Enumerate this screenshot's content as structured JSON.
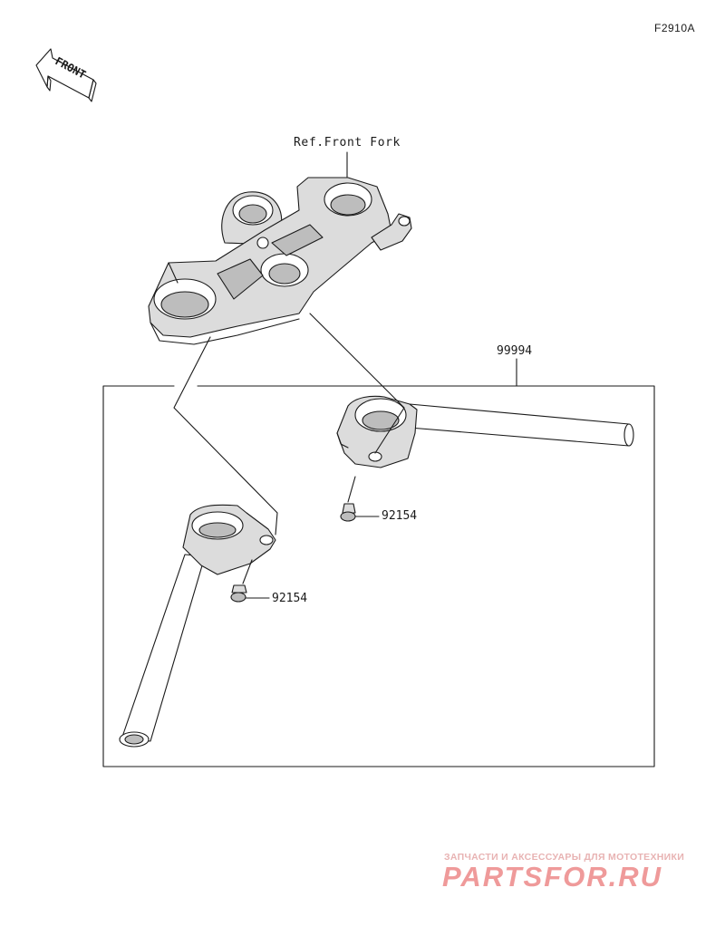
{
  "diagram": {
    "figure_code": "F2910A",
    "front_badge": "FRONT",
    "ref_label": "Ref.Front Fork",
    "kit_part_number": "99994",
    "bolt_right_part_number": "92154",
    "bolt_left_part_number": "92154"
  },
  "watermark": {
    "tagline": "ЗАПЧАСТИ И АКСЕССУАРЫ ДЛЯ МОТОТЕХНИКИ",
    "brand": "PARTSFOR.RU"
  },
  "colors": {
    "line": "#1a1a1a",
    "metal_fill": "#dcdcdc",
    "watermark": "#ef9a9a"
  }
}
